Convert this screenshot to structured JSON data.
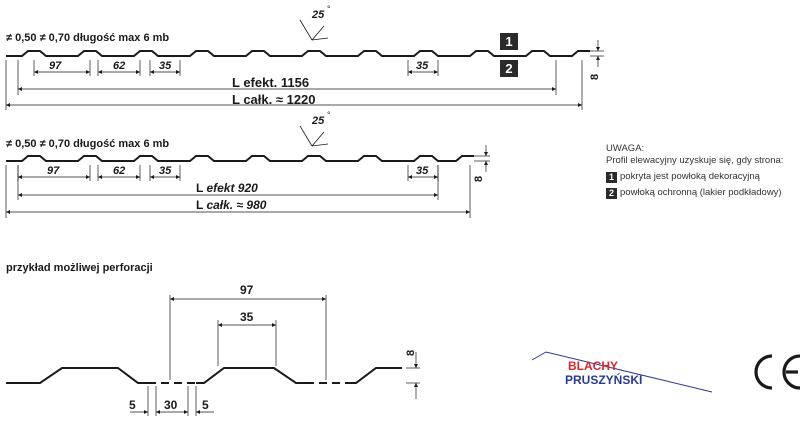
{
  "profile_top": {
    "thickness_a": "0,50",
    "thickness_b": "0,70",
    "length": "długość max 6 mb",
    "angle": "25",
    "dim_97": "97",
    "dim_62": "62",
    "dim_35a": "35",
    "dim_35b": "35",
    "height": "8",
    "l_eff": "L efekt. 1156",
    "l_total": "L całk. ≈ 1220",
    "side_1": "1",
    "side_2": "2"
  },
  "profile_bottom": {
    "thickness_a": "0,50",
    "thickness_b": "0,70",
    "length": "długość max 6 mb",
    "angle": "25",
    "dim_97": "97",
    "dim_62": "62",
    "dim_35a": "35",
    "dim_35b": "35",
    "height": "8",
    "l_eff_label": "L ",
    "l_eff_word": "efekt",
    "l_eff_value": " 920",
    "l_total_label": "L ",
    "l_total_word": "całk.",
    "l_total_value": " ≈  980"
  },
  "perforation": {
    "title": "przykład możliwej perforacji",
    "dim_97": "97",
    "dim_35": "35",
    "height": "8",
    "gap_left": "5",
    "gap_mid": "30",
    "gap_right": "5"
  },
  "note": {
    "heading": "UWAGA:",
    "intro": "Profil elewacyjny uzyskuje się, gdy strona:",
    "item1_num": "1",
    "item1": "pokryta jest powłoką dekoracyjną",
    "item2_num": "2",
    "item2": "powłoką ochronną (lakier podkładowy)"
  },
  "logo": {
    "line1": "BLACHY",
    "line2": "PRUSZYŃSKI",
    "red": "#d7282f",
    "blue": "#2b3a8f"
  },
  "ce_mark": "CE"
}
